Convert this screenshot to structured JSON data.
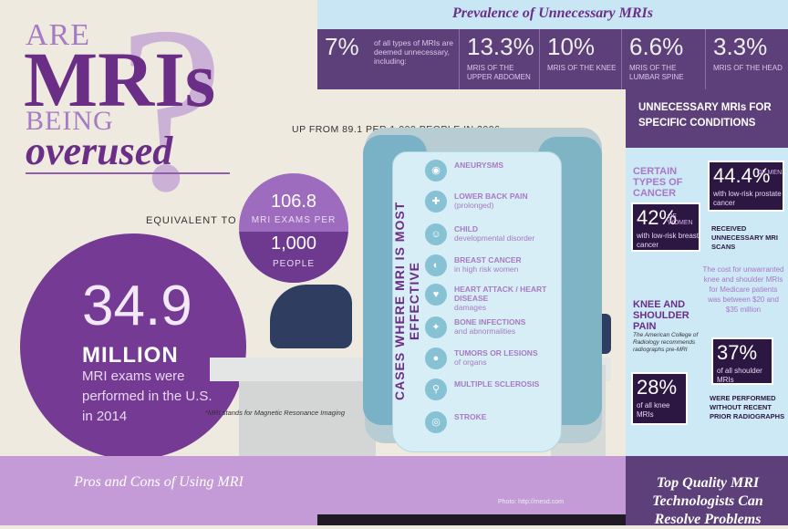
{
  "title": {
    "are": "ARE",
    "mris": "MRIs",
    "being": "BEING",
    "overused": "overused"
  },
  "prevalence": {
    "title": "Prevalence of Unnecessary MRIs",
    "stats": [
      {
        "value": "7%",
        "label": "of all types of MRIs are deemed unnecessary, including:"
      },
      {
        "value": "13.3%",
        "label": "MRIs OF THE UPPER ABDOMEN"
      },
      {
        "value": "10%",
        "label": "MRIs OF THE KNEE"
      },
      {
        "value": "6.6%",
        "label": "MRIs OF THE LUMBAR SPINE"
      },
      {
        "value": "3.3%",
        "label": "MRIs OF THE HEAD"
      }
    ]
  },
  "left": {
    "up_from": "UP FROM 89.1 PER 1,000 PEOPLE IN 2006",
    "equivalent_to": "EQUIVALENT TO",
    "small_circle": {
      "num1": "106.8",
      "lbl1": "MRI EXAMS PER",
      "num2": "1,000",
      "lbl2": "PEOPLE"
    },
    "big_circle": {
      "num": "34.9",
      "million": "MILLION",
      "desc": "MRI exams were performed in the U.S. in 2014"
    },
    "footnote": "*MRI stands for Magnetic Resonance Imaging"
  },
  "cases": {
    "vertical_title": "CASES WHERE MRI IS MOST EFFECTIVE",
    "items": [
      {
        "title": "ANEURYSMS",
        "sub": ""
      },
      {
        "title": "LOWER BACK PAIN",
        "sub": "(prolonged)"
      },
      {
        "title": "CHILD",
        "sub": "developmental disorder"
      },
      {
        "title": "BREAST CANCER",
        "sub": "in high risk women"
      },
      {
        "title": "HEART ATTACK / HEART DISEASE",
        "sub": "damages"
      },
      {
        "title": "BONE INFECTIONS",
        "sub": "and abnormalities"
      },
      {
        "title": "TUMORS OR LESIONS",
        "sub": "of organs"
      },
      {
        "title": "MULTIPLE SCLEROSIS",
        "sub": ""
      },
      {
        "title": "STROKE",
        "sub": ""
      }
    ]
  },
  "right": {
    "header": "UNNECESSARY MRIs FOR SPECIFIC CONDITIONS",
    "cancer_heading": "CERTAIN TYPES OF CANCER",
    "men": {
      "value": "44.4%",
      "of": "OF MEN",
      "desc": "with low-risk prostate cancer"
    },
    "women": {
      "value": "42%",
      "of": "OF WOMEN",
      "desc": "with low-risk breast cancer"
    },
    "received": "RECEIVED UNNECESSARY MRI SCANS",
    "cost": "The cost for unwarranted knee and shoulder MRIs for Medicare patients was between $20 and $35 million",
    "knee_heading": "KNEE AND SHOULDER PAIN",
    "acr": "The American College of Radiology recommends radiographs pre-MRI",
    "knee": {
      "value": "28%",
      "desc": "of all knee MRIs"
    },
    "shoulder": {
      "value": "37%",
      "desc": "of all shoulder MRIs"
    },
    "performed": "WERE PERFORMED WITHOUT RECENT PRIOR RADIOGRAPHS"
  },
  "bottom": {
    "left_title": "Pros and Cons of Using MRI",
    "right_title": "Top Quality MRI Technologists Can Resolve Problems",
    "photo_credit": "Photo: http://mesd.com"
  }
}
